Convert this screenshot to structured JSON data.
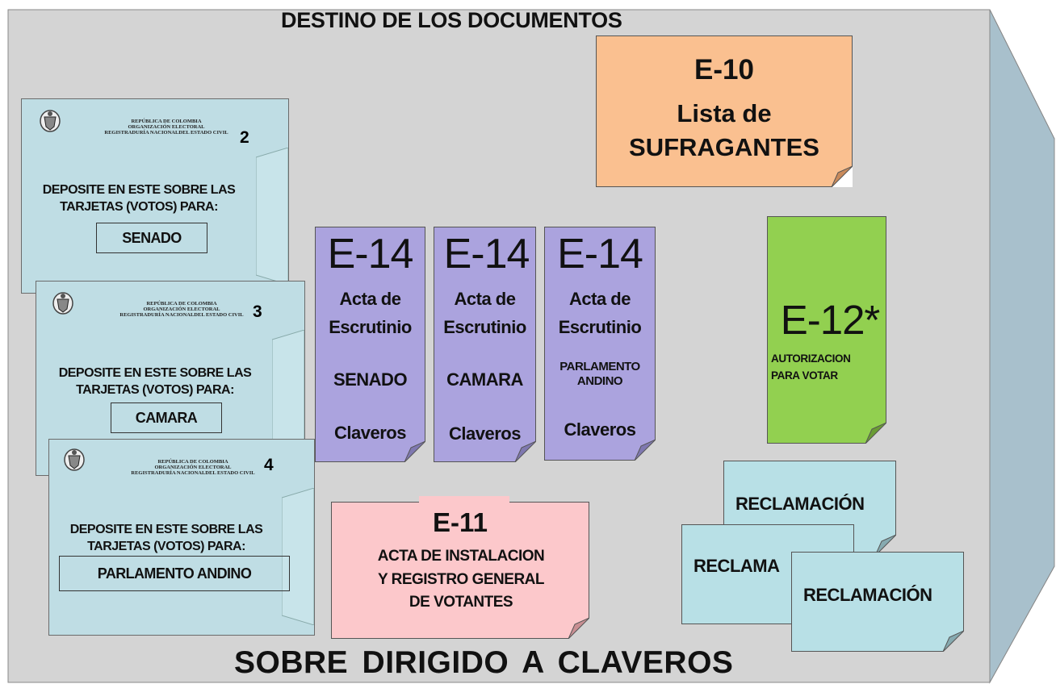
{
  "title": "DESTINO DE LOS DOCUMENTOS",
  "footer": "SOBRE  DIRIGIDO A  CLAVEROS",
  "envelopes": [
    {
      "header": [
        "REPÚBLICA DE COLOMBIA",
        "ORGANIZACIÓN ELECTORAL",
        "REGISTRADURÍA NACIONALDEL  ESTADO CIVIL"
      ],
      "number": "2",
      "instruction": [
        "DEPOSITE EN ESTE SOBRE LAS",
        "TARJETAS (VOTOS) PARA:"
      ],
      "target": "SENADO"
    },
    {
      "header": [
        "REPÚBLICA DE COLOMBIA",
        "ORGANIZACIÓN ELECTORAL",
        "REGISTRADURÍA NACIONALDEL  ESTADO CIVIL"
      ],
      "number": "3",
      "instruction": [
        "DEPOSITE EN ESTE SOBRE LAS",
        "TARJETAS (VOTOS) PARA:"
      ],
      "target": "CAMARA"
    },
    {
      "header": [
        "REPÚBLICA DE COLOMBIA",
        "ORGANIZACIÓN ELECTORAL",
        "REGISTRADURÍA NACIONALDEL  ESTADO CIVIL"
      ],
      "number": "4",
      "instruction": [
        "DEPOSITE EN ESTE SOBRE LAS",
        "TARJETAS (VOTOS) PARA:"
      ],
      "target": "PARLAMENTO ANDINO"
    }
  ],
  "e10": {
    "code": "E-10",
    "line1": "Lista de",
    "line2": "SUFRAGANTES"
  },
  "e14": [
    {
      "code": "E-14",
      "line1": "Acta de",
      "line2": "Escrutinio",
      "corp": "SENADO",
      "footer": "Claveros"
    },
    {
      "code": "E-14",
      "line1": "Acta de",
      "line2": "Escrutinio",
      "corp": "CAMARA",
      "footer": "Claveros"
    },
    {
      "code": "E-14",
      "line1": "Acta de",
      "line2": "Escrutinio",
      "corp": "PARLAMENTO ANDINO",
      "footer": "Claveros"
    }
  ],
  "e12": {
    "code": "E-12*",
    "line1": "AUTORIZACION",
    "line2": "PARA VOTAR"
  },
  "e11": {
    "code": "E-11",
    "line1": "ACTA DE INSTALACION",
    "line2": "Y REGISTRO GENERAL",
    "line3": "DE VOTANTES"
  },
  "reclamaciones": [
    "RECLAMACIÓN",
    "RECLAMA",
    "RECLAMACIÓN"
  ],
  "colors": {
    "backdrop": "#d4d4d4",
    "envelope": "#bfdde4",
    "e10": "#fac090",
    "e14": "#aba3de",
    "e12": "#92d050",
    "e11": "#fcc8cb",
    "reclamacion": "#b8e0e6"
  }
}
